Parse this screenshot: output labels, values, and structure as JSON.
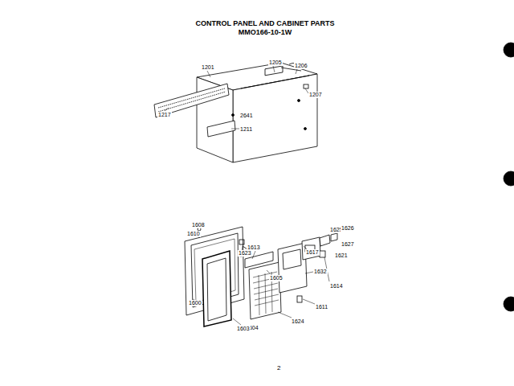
{
  "diagram": {
    "title": "CONTROL PANEL AND CABINET PARTS MMO166-10-1W",
    "labels": [
      "1201",
      "1205",
      "1206",
      "1207",
      "2641",
      "1211",
      "1217",
      "1608",
      "1610",
      "1600",
      "1623",
      "1613",
      "1605",
      "1604",
      "1603",
      "1617",
      "1624",
      "1621",
      "1625",
      "1626",
      "1627",
      "1614",
      "1632",
      "1611",
      "2"
    ]
  }
}
